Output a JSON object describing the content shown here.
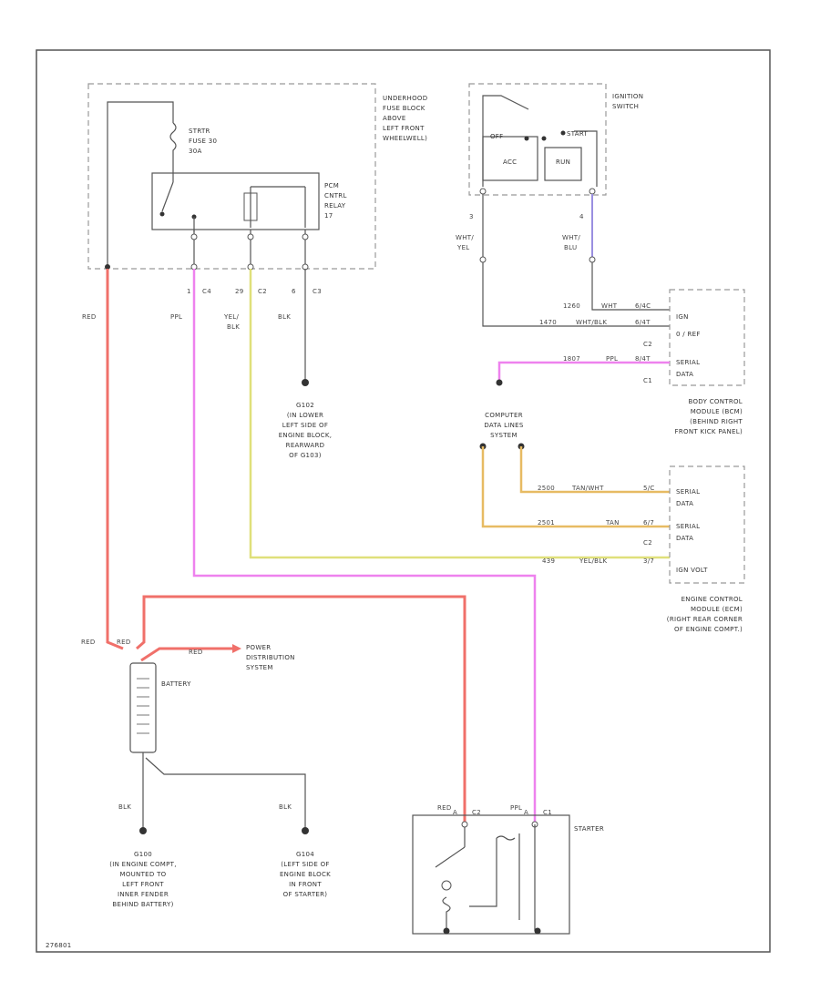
{
  "fuse_block": {
    "title": [
      "UNDERHOOD",
      "FUSE BLOCK",
      "ABOVE",
      "LEFT FRONT",
      "WHEELWELL)"
    ],
    "fuse_label": [
      "STRTR",
      "FUSE 30",
      "30A"
    ],
    "relay_label": [
      "PCM",
      "CNTRL",
      "RELAY",
      "17"
    ],
    "pins": [
      "1",
      "C4",
      "29",
      "C2",
      "6",
      "C3"
    ]
  },
  "ignition_switch": {
    "title": [
      "IGNITION",
      "SWITCH"
    ],
    "positions": [
      "OFF",
      "ACC",
      "RUN",
      "START"
    ],
    "pins": [
      "3",
      "4"
    ],
    "wires": [
      [
        "WHT/",
        "YEL"
      ],
      [
        "WHT/",
        "BLU"
      ]
    ]
  },
  "wires": {
    "red_main": "RED",
    "ppl_main": "PPL",
    "yel_blk": [
      "YEL/",
      "BLK"
    ],
    "blk_relay": "BLK",
    "bcm_wire1": [
      "1260",
      "WHT",
      "6/4C"
    ],
    "bcm_wire2": [
      "1470",
      "WHT/BLK",
      "6/4T"
    ],
    "bcm_wire3": [
      "1807",
      "PPL",
      "8/4T"
    ],
    "ecm_wire1": [
      "2500",
      "TAN/WHT",
      "5/C"
    ],
    "ecm_wire2": [
      "2501",
      "TAN",
      "6/7"
    ],
    "ecm_wire3": [
      "439",
      "YEL/BLK",
      "3/7"
    ],
    "battery_red1": "RED",
    "battery_red2": "RED",
    "battery_red3": "RED",
    "battery_blk1": "BLK",
    "battery_blk2": "BLK",
    "starter_red": "RED",
    "starter_ppl": "PPL"
  },
  "ground_g102": [
    "G102",
    "(IN LOWER",
    "LEFT SIDE OF",
    "ENGINE BLOCK,",
    "REARWARD",
    "OF G103)"
  ],
  "bcm": {
    "pins": [
      "IGN",
      "0 / REF",
      "C2",
      "SERIAL",
      "DATA",
      "C1"
    ],
    "title": [
      "BODY CONTROL",
      "MODULE (BCM)",
      "(BEHIND RIGHT",
      "FRONT KICK PANEL)"
    ]
  },
  "data_lines": [
    "COMPUTER",
    "DATA LINES",
    "SYSTEM"
  ],
  "ecm": {
    "pins": [
      "SERIAL",
      "DATA",
      "SERIAL",
      "DATA",
      "C2",
      "IGN VOLT"
    ],
    "title": [
      "ENGINE CONTROL",
      "MODULE (ECM)",
      "(RIGHT REAR CORNER",
      "OF ENGINE COMPT.)"
    ]
  },
  "power_distribution": [
    "POWER",
    "DISTRIBUTION",
    "SYSTEM"
  ],
  "battery_label": "BATTERY",
  "ground_g100": [
    "G100",
    "(IN ENGINE COMPT,",
    "MOUNTED TO",
    "LEFT FRONT",
    "INNER FENDER",
    "BEHIND BATTERY)"
  ],
  "ground_g104": [
    "G104",
    "(LEFT SIDE OF",
    "ENGINE BLOCK",
    "IN FRONT",
    "OF STARTER)"
  ],
  "starter": {
    "label": "STARTER",
    "pins": [
      "A",
      "C2",
      "A",
      "C1"
    ]
  },
  "diagram_id": "276801"
}
